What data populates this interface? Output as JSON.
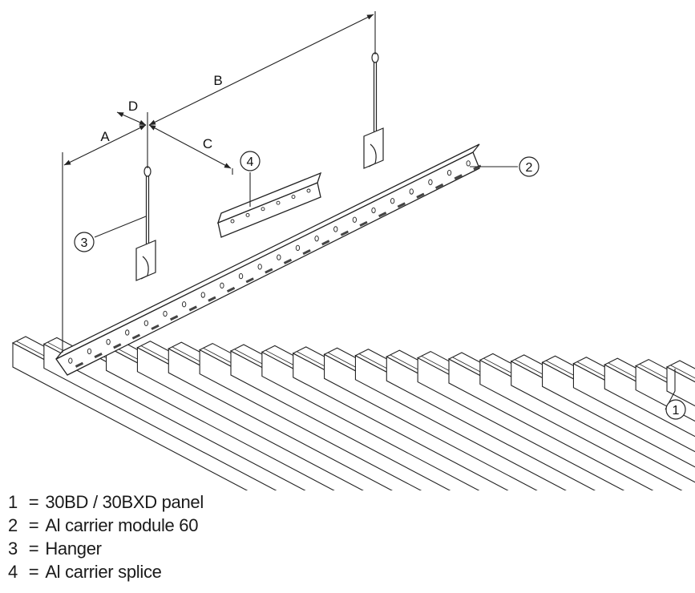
{
  "dimensions": [
    {
      "key": "A",
      "label": "A"
    },
    {
      "key": "B",
      "label": "B"
    },
    {
      "key": "C",
      "label": "C"
    },
    {
      "key": "D",
      "label": "D"
    }
  ],
  "callouts": [
    {
      "id": "1",
      "label": "1"
    },
    {
      "id": "2",
      "label": "2"
    },
    {
      "id": "3",
      "label": "3"
    },
    {
      "id": "4",
      "label": "4"
    }
  ],
  "legend": [
    {
      "num": "1",
      "text": "30BD / 30BXD panel"
    },
    {
      "num": "2",
      "text": "Al carrier module 60"
    },
    {
      "num": "3",
      "text": "Hanger"
    },
    {
      "num": "4",
      "text": "Al carrier splice"
    }
  ],
  "legend_separator": "="
}
